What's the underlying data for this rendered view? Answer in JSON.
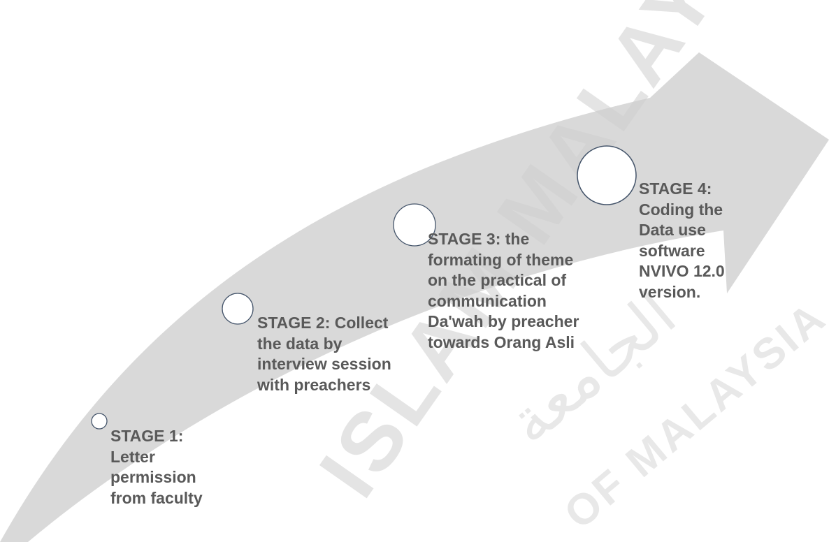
{
  "diagram": {
    "colors": {
      "arrow": "#d9d9d9",
      "text": "#595959",
      "marker_stroke": "#44546a",
      "watermark": "#cfcfcf"
    },
    "stages": [
      {
        "text": "STAGE 1: Letter permission from faculty"
      },
      {
        "text": "STAGE 2: Collect the data by interview session with preachers"
      },
      {
        "text": " STAGE 3: the formating of theme on the practical of communication Da'wah by preacher towards Orang Asli"
      },
      {
        "text": "STAGE 4: Coding the Data use software NVIVO 12.0 version."
      }
    ],
    "watermark": {
      "line1": "ISLAM MALAYSIA",
      "line2": "OF MALAYSIA",
      "arabic": "الجامعة"
    }
  }
}
